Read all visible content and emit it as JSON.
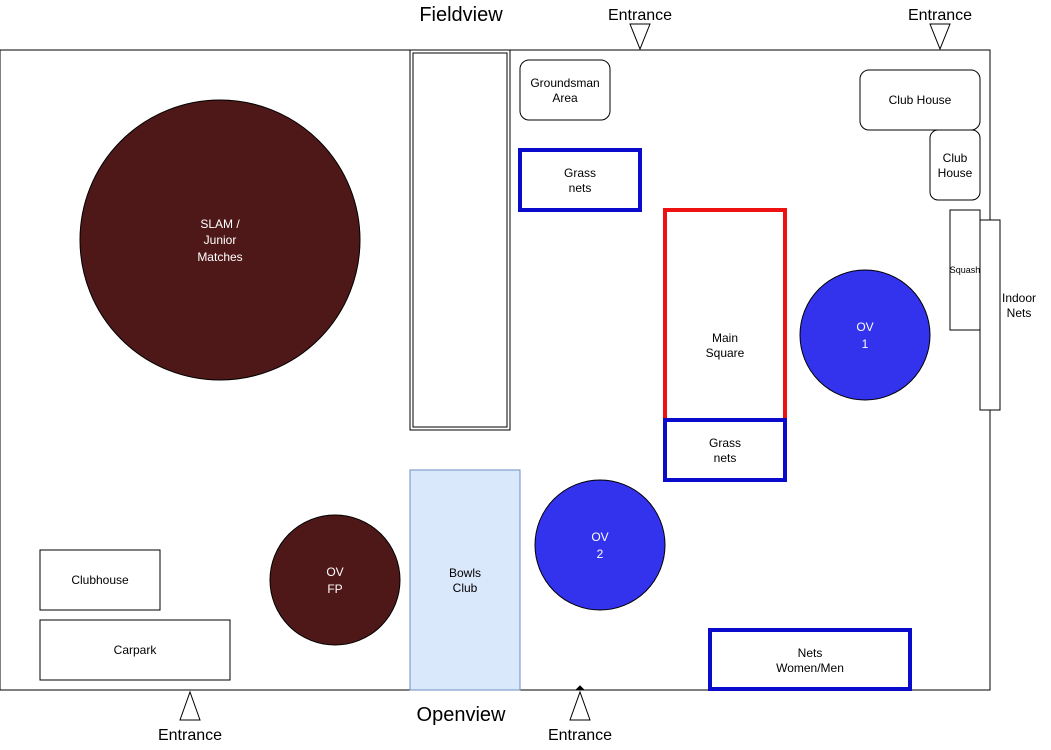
{
  "headings": {
    "top": "Fieldview",
    "bottom": "Openview"
  },
  "entrances": [
    "Entrance",
    "Entrance",
    "Entrance",
    "Entrance"
  ],
  "areas": {
    "groundsman": [
      "Groundsman",
      "Area"
    ],
    "grass_nets_top": [
      "Grass",
      "nets"
    ],
    "club_house_wide": "Club House",
    "club_house_small": [
      "Club",
      "House"
    ],
    "squash": "Squash",
    "indoor_nets": [
      "Indoor",
      "Nets"
    ],
    "slam": [
      "SLAM /",
      "Junior",
      "Matches"
    ],
    "main_square": [
      "Main",
      "Square"
    ],
    "grass_nets_bottom": [
      "Grass",
      "nets"
    ],
    "ov1": [
      "OV",
      "1"
    ],
    "ov2": [
      "OV",
      "2"
    ],
    "ovfp": [
      "OV",
      "FP"
    ],
    "bowls": [
      "Bowls",
      "Club"
    ],
    "clubhouse": "Clubhouse",
    "carpark": "Carpark",
    "nets_women_men": [
      "Nets",
      "Women/Men"
    ]
  },
  "colors": {
    "maroon": "#4f1818",
    "blue_fill": "#3333ee",
    "blue_border": "#0b0bcc",
    "red_border": "#ee1111",
    "bowls_fill": "#dae8fc",
    "bowls_border": "#6c8ebf"
  }
}
